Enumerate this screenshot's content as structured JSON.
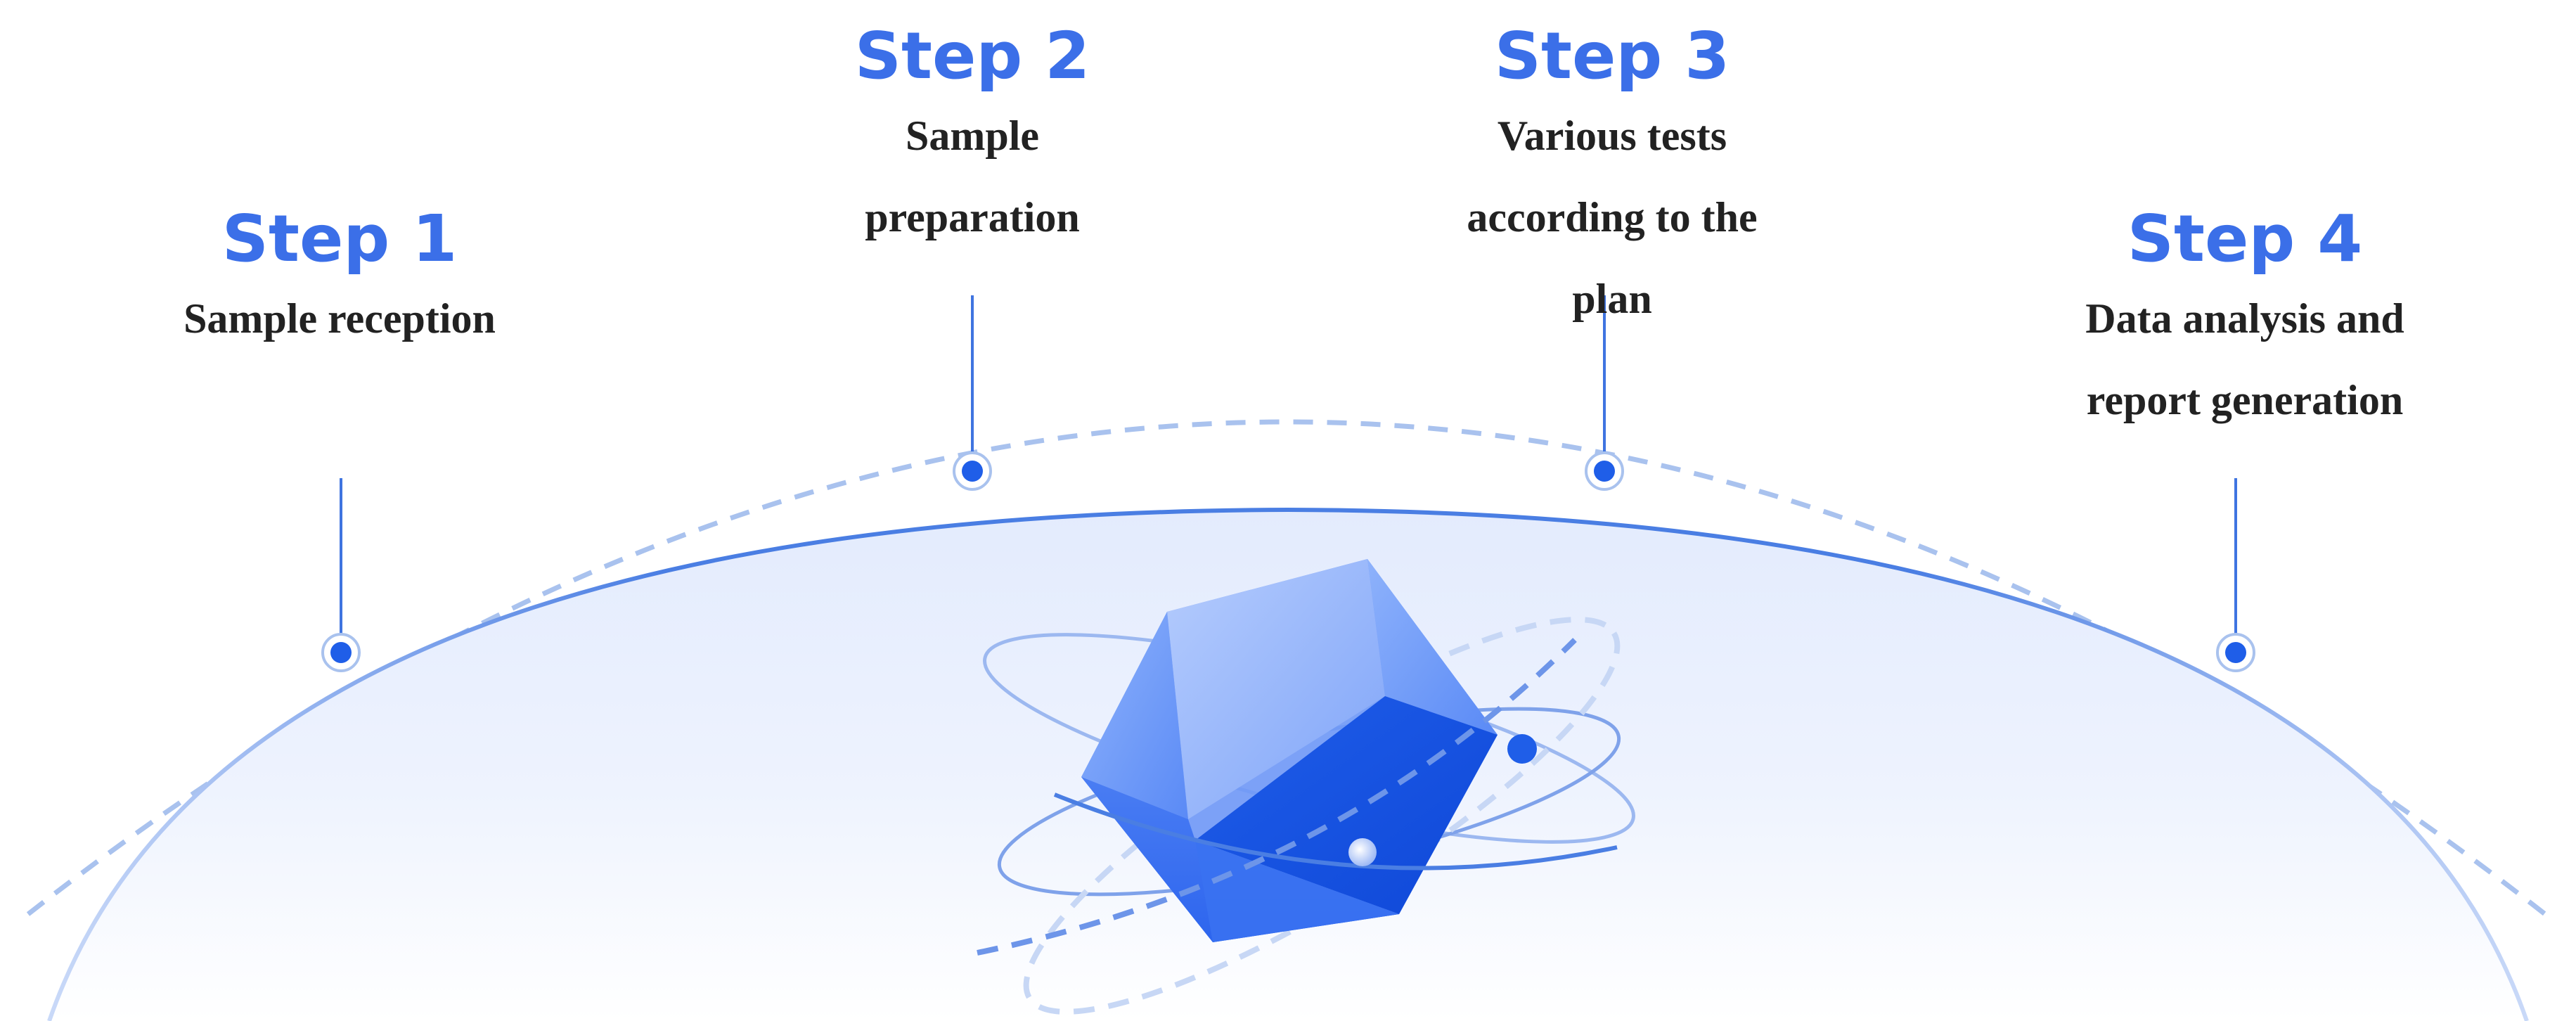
{
  "steps": [
    {
      "title": "Step 1",
      "desc_lines": [
        "Sample reception"
      ]
    },
    {
      "title": "Step 2",
      "desc_lines": [
        "Sample",
        "preparation"
      ]
    },
    {
      "title": "Step 3",
      "desc_lines": [
        "Various tests",
        "according to the",
        "plan"
      ]
    },
    {
      "title": "Step 4",
      "desc_lines": [
        "Data analysis and",
        "report generation"
      ]
    }
  ],
  "colors": {
    "accent": "#3b6fe8",
    "node": "#1f5ee8",
    "text": "#222222",
    "dashed_arc": "#a9c2ee",
    "dome_edge": "#3f74e0"
  },
  "icon": "crystal-gem-with-orbits-icon"
}
